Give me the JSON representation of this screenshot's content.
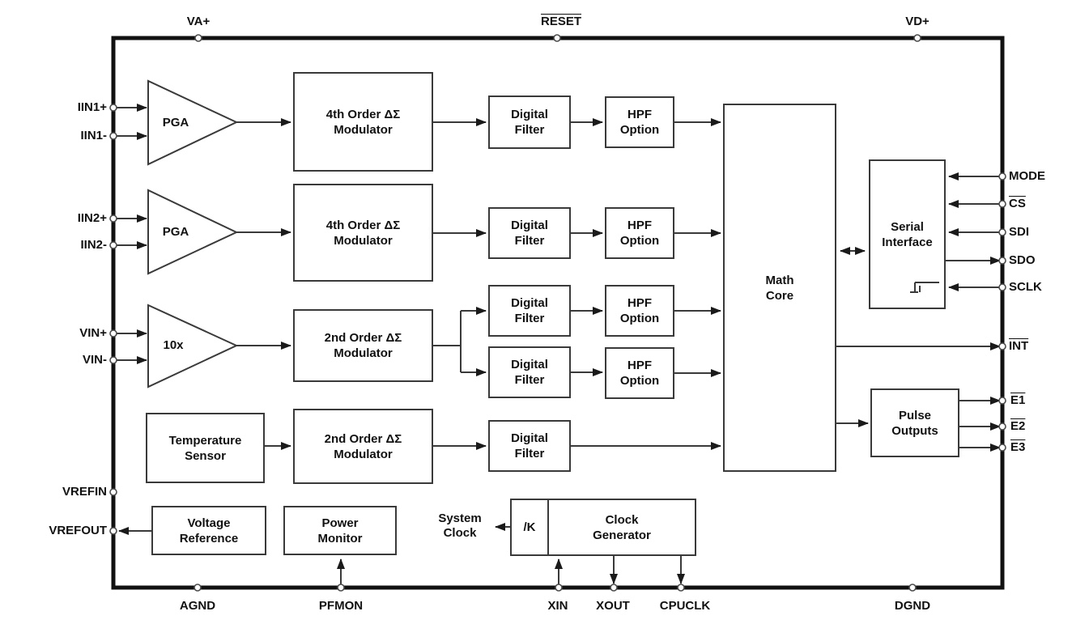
{
  "colors": {
    "background": "#ffffff",
    "wire": "#3a3a3a",
    "chip_border": "#111111",
    "text": "#111111"
  },
  "pins": {
    "top": [
      {
        "label": "VA+",
        "overline": false
      },
      {
        "label": "RESET",
        "overline": true
      },
      {
        "label": "VD+",
        "overline": false
      }
    ],
    "bottom": [
      {
        "label": "AGND",
        "overline": false
      },
      {
        "label": "PFMON",
        "overline": false
      },
      {
        "label": "XIN",
        "overline": false
      },
      {
        "label": "XOUT",
        "overline": false
      },
      {
        "label": "CPUCLK",
        "overline": false
      },
      {
        "label": "DGND",
        "overline": false
      }
    ],
    "left": [
      {
        "label": "IIN1+",
        "overline": false
      },
      {
        "label": "IIN1-",
        "overline": false
      },
      {
        "label": "IIN2+",
        "overline": false
      },
      {
        "label": "IIN2-",
        "overline": false
      },
      {
        "label": "VIN+",
        "overline": false
      },
      {
        "label": "VIN-",
        "overline": false
      },
      {
        "label": "VREFIN",
        "overline": false
      },
      {
        "label": "VREFOUT",
        "overline": false
      }
    ],
    "right": [
      {
        "label": "MODE",
        "overline": false
      },
      {
        "label": "CS",
        "overline": true
      },
      {
        "label": "SDI",
        "overline": false
      },
      {
        "label": "SDO",
        "overline": false
      },
      {
        "label": "SCLK",
        "overline": false
      },
      {
        "label": "INT",
        "overline": true
      },
      {
        "label": "E1",
        "overline": true
      },
      {
        "label": "E2",
        "overline": true
      },
      {
        "label": "E3",
        "overline": true
      }
    ]
  },
  "blocks": {
    "pga": {
      "label": "PGA"
    },
    "amp_10x": {
      "label": "10x"
    },
    "modulator_4th": {
      "line1": "4th Order ΔΣ",
      "line2": "Modulator"
    },
    "modulator_2nd": {
      "line1": "2nd Order ΔΣ",
      "line2": "Modulator"
    },
    "temperature_sensor": {
      "line1": "Temperature",
      "line2": "Sensor"
    },
    "digital_filter": {
      "line1": "Digital",
      "line2": "Filter"
    },
    "hpf_option": {
      "line1": "HPF",
      "line2": "Option"
    },
    "math_core": {
      "line1": "Math",
      "line2": "Core"
    },
    "serial_interface": {
      "line1": "Serial",
      "line2": "Interface"
    },
    "pulse_outputs": {
      "line1": "Pulse",
      "line2": "Outputs"
    },
    "voltage_reference": {
      "line1": "Voltage",
      "line2": "Reference"
    },
    "power_monitor": {
      "line1": "Power",
      "line2": "Monitor"
    },
    "clock_divider": {
      "label": "/K"
    },
    "clock_generator": {
      "line1": "Clock",
      "line2": "Generator"
    },
    "system_clock": {
      "line1": "System",
      "line2": "Clock"
    }
  }
}
